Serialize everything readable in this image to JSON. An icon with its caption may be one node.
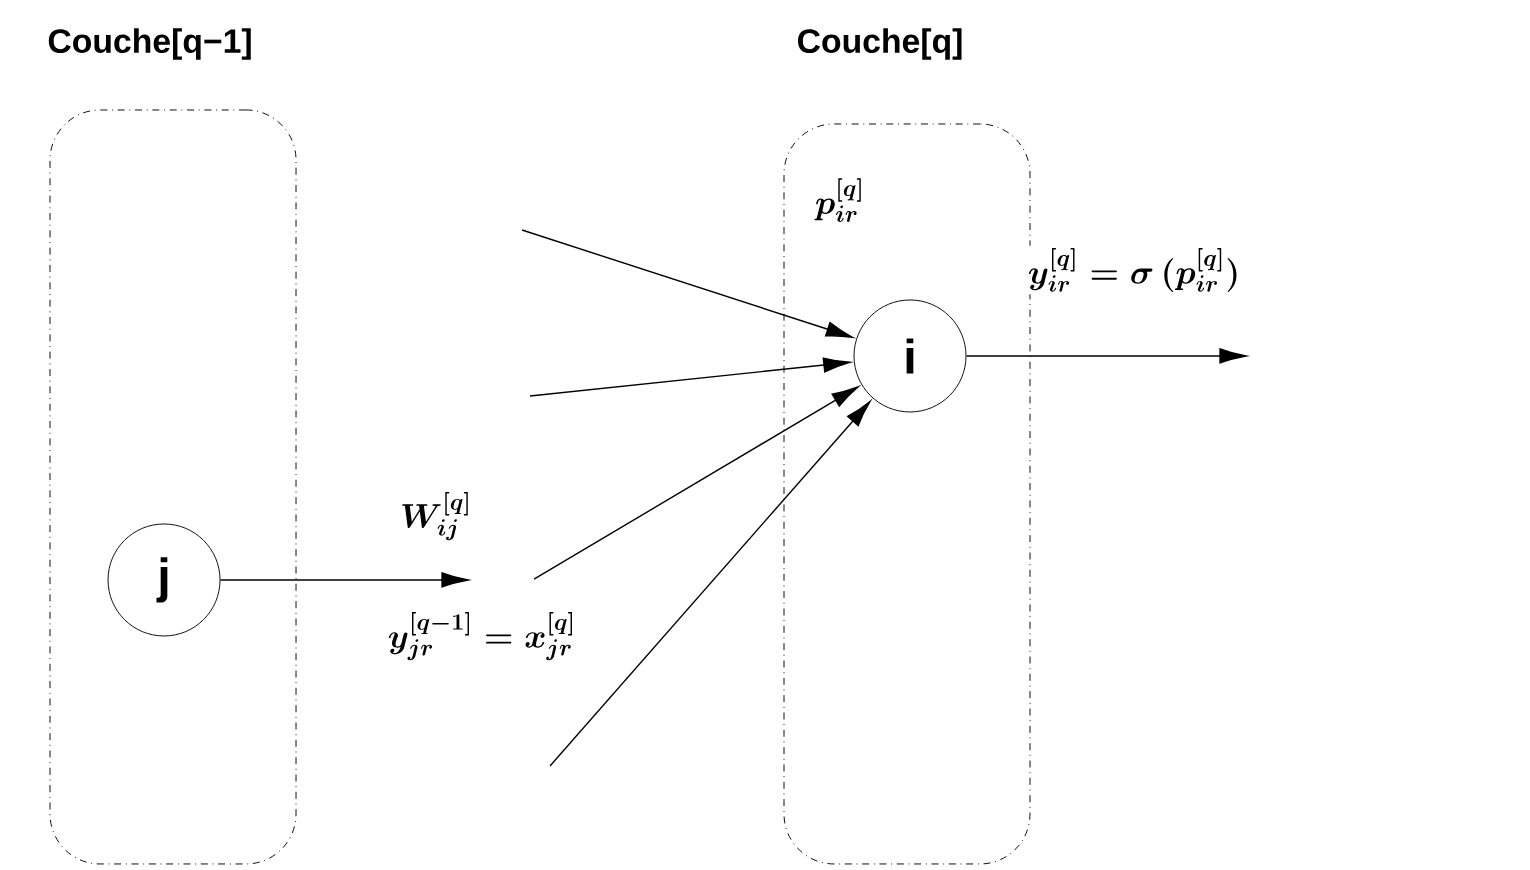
{
  "diagram": {
    "nodes": [
      {
        "text": [
          "Couche[q−1]"
        ]
      },
      {
        "text": [
          "j"
        ],
        "in": 0
      },
      {
        "text": [
          "Couche[q]"
        ]
      },
      {
        "text": [
          "i"
        ],
        "in": 2,
        "beside": [
          "p_{ir}^{[q]}"
        ]
      },
      {
        "text": [
          "y_{jr}^{[q-1]} = x_{jr}^{[q]}"
        ]
      }
    ],
    "edges": [
      {
        "from": 1,
        "to": 4,
        "arrow": "to",
        "label": "W_{ij}^{[q]}"
      },
      {
        "from": null,
        "to": 3,
        "arrow": "to"
      },
      {
        "from": null,
        "to": 3,
        "arrow": "to"
      },
      {
        "from": 4,
        "to": 3,
        "arrow": "to"
      },
      {
        "from": null,
        "to": 3,
        "arrow": "to"
      },
      {
        "from": 3,
        "to": null,
        "arrow": "to",
        "label": "y_{ir}^{[q]} = \\sigma\\,(p_{ir}^{[q]})"
      }
    ],
    "labels": []
  }
}
